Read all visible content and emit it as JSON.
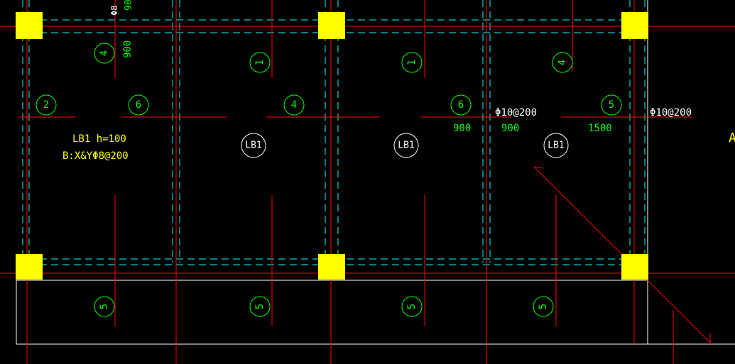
{
  "colors": {
    "background": "#000000",
    "grid_red": "#ff0000",
    "beam_dash_cyan": "#00ffff",
    "column_yellow": "#ffff00",
    "rebar_label_green": "#00ff00",
    "note_text_yellow": "#ffff00",
    "slab_label_white": "#ffffff",
    "outline_white": "#ffffff"
  },
  "circle_labels": {
    "c_top_4a": "4",
    "c_top_1a": "1",
    "c_top_1b": "1",
    "c_top_4b": "4",
    "c_mid_2": "2",
    "c_mid_6a": "6",
    "c_mid_4": "4",
    "c_mid_6b": "6",
    "c_mid_5": "5",
    "c_bot_5a": "5",
    "c_bot_5b": "5",
    "c_bot_5c": "5",
    "c_bot_5d": "5"
  },
  "slab_labels": {
    "s1": "LB1",
    "s2": "LB1",
    "s3": "LB1"
  },
  "notes": {
    "slab_note_line1": "LB1 h=100",
    "slab_note_line2": "B:X&YΦ8@200",
    "top_partial_rebar": "Φ8",
    "top_partial_dim": "900",
    "dim_900_vertical": "900",
    "rebar_spec_1": "Φ10@200",
    "rebar_spec_2": "Φ10@200",
    "dim_900_left": "900",
    "dim_900_right": "900",
    "dim_1500": "1500",
    "edge_char": "A"
  }
}
